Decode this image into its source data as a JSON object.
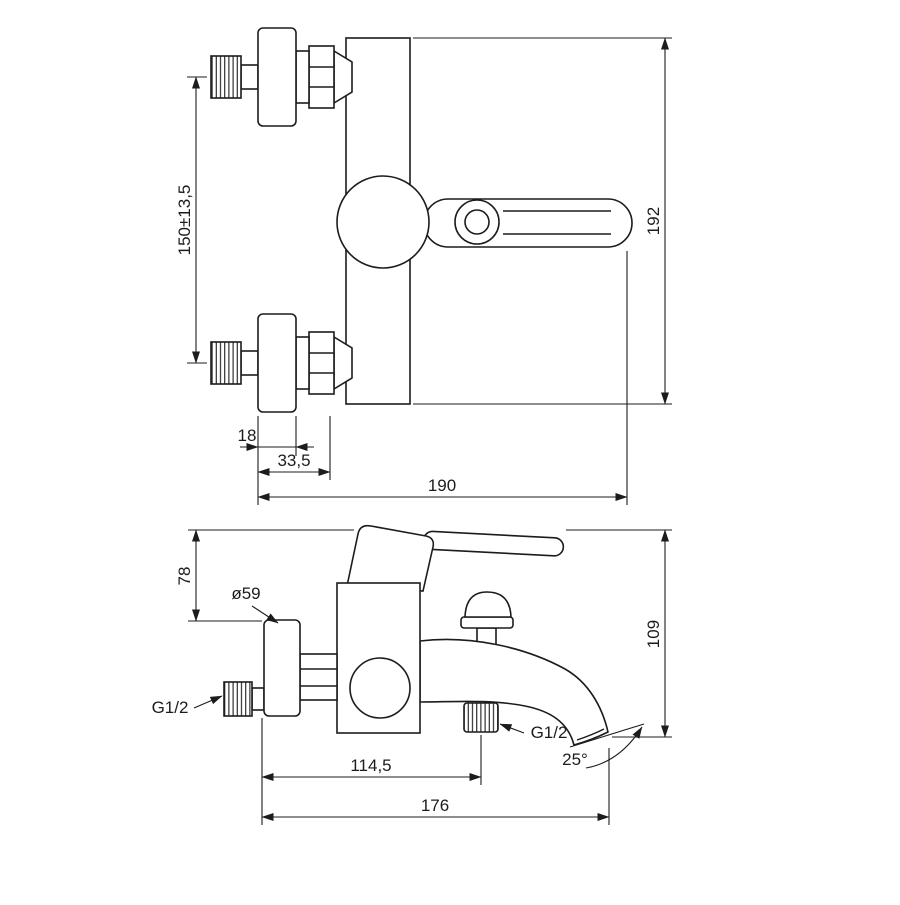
{
  "meta": {
    "drawing_type": "technical dimension drawing",
    "subject": "wall-mounted single-lever bath shower mixer, front and side views",
    "line_color": "#1c1c1c",
    "background_color": "#ffffff"
  },
  "front_view": {
    "pitch": "150±13,5",
    "height": "192",
    "plate_depth": "18",
    "offset": "33,5",
    "width": "190"
  },
  "side_view": {
    "upper_height": "78",
    "plate_diameter": "ø59",
    "inlet_thread": "G1/2",
    "height": "109",
    "hose_thread": "G1/2",
    "hose_offset": "114,5",
    "spout_angle": "25°",
    "depth": "176"
  }
}
